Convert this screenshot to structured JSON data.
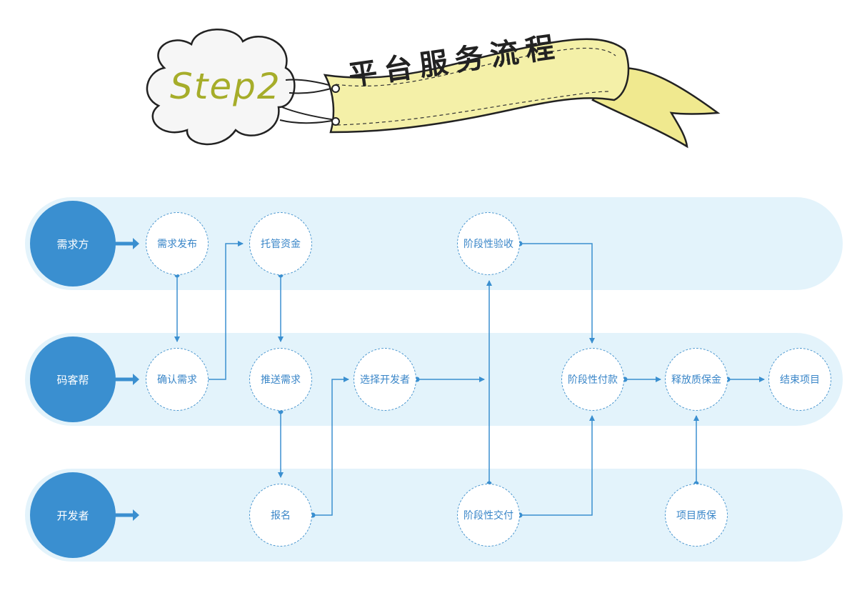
{
  "header": {
    "step": "Step2",
    "title": "平台服务流程"
  },
  "roles": {
    "client": "需求方",
    "platform": "码客帮",
    "developer": "开发者"
  },
  "nodes": {
    "publish": "需求发布",
    "escrow": "托管资金",
    "stage_accept": "阶段性验收",
    "confirm": "确认需求",
    "push": "推送需求",
    "select_dev": "选择开发者",
    "stage_pay": "阶段性付款",
    "release_deposit": "释放质保金",
    "end": "结束项目",
    "signup": "报名",
    "stage_deliver": "阶段性交付",
    "warranty": "项目质保"
  },
  "colors": {
    "lane": "#e3f3fb",
    "role": "#3a8fd0",
    "line": "#3a8fd0",
    "node_text": "#3a86c8",
    "step": "#a6ad2a",
    "banner": "#f4f0a8"
  }
}
